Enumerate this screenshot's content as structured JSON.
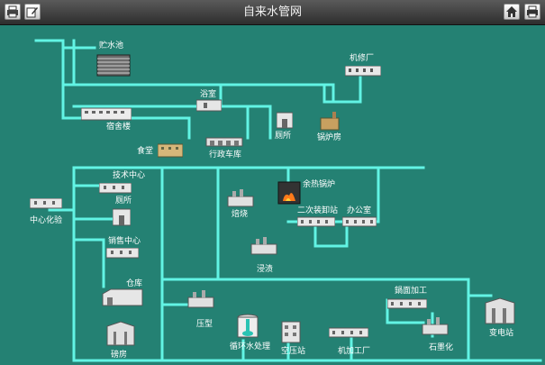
{
  "window": {
    "title": "自来水管网"
  },
  "toolbar": {
    "left": [
      {
        "icon": "printer-icon"
      },
      {
        "icon": "edit-icon"
      }
    ],
    "right": [
      {
        "icon": "home-icon"
      },
      {
        "icon": "print-icon"
      }
    ]
  },
  "colors": {
    "background": "#248173",
    "pipe": "#62f4e4",
    "titlebar": "#3c3c3c",
    "label": "#ffffff"
  },
  "facilities": {
    "reservoir": "贮水池",
    "repair_shop": "机修厂",
    "dormitory": "宿舍楼",
    "bathhouse": "浴室",
    "toilet_top": "厕所",
    "boiler_room": "锅炉房",
    "canteen": "食堂",
    "admin_garage": "行政车库",
    "tech_center": "技术中心",
    "toilet_mid": "厕所",
    "lab_center": "中心化验",
    "sales_center": "销售中心",
    "waste_heat_boiler": "余热锅炉",
    "calcination": "焙烧",
    "secondary_loading": "二次装卸站",
    "office": "办公室",
    "leaching": "浸渍",
    "warehouse": "仓库",
    "press": "压型",
    "scuttling": "鍋面加工",
    "substation": "变电站",
    "pump_house": "磅房",
    "circulating_water": "循环水处理",
    "air_compressor": "空压站",
    "machining": "机加工厂",
    "graphitization": "石墨化"
  }
}
